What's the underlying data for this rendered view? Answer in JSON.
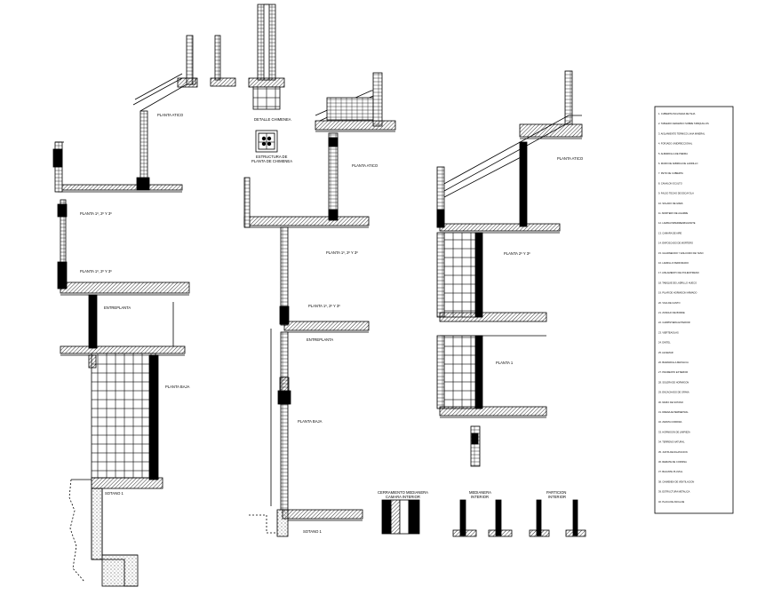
{
  "labels": {
    "planta_atico_1": "PLANTA ATICO",
    "planta_atico_2": "PLANTA ATICO",
    "planta_atico_3": "PLANTA ATICO",
    "planta_1_2_3_a": "PLANTA 1º, 2º Y 3º",
    "planta_1_2_3_b": "PLANTA 1º, 2º Y 3º",
    "planta_1_2_3_c": "PLANTA 1º, 2º Y 3º",
    "planta_1_2_3_d": "PLANTA 1º, 2º Y 3º",
    "planta_2_3": "PLANTA 2º Y 3º",
    "entreplanta_1": "ENTREPLANTA",
    "entreplanta_2": "ENTREPLANTA",
    "planta_baja_1": "PLANTA BAJA",
    "planta_baja_2": "PLANTA BAJA",
    "planta_1": "PLANTA 1",
    "sotano_1a": "SOTANO 1",
    "sotano_1b": "SOTANO 1",
    "detalle_chimenea": "DETALLE CHIMENEA",
    "estructura_chimenea_line1": "ESTRUCTURA DE",
    "estructura_chimenea_line2": "PLANTA DE CHIMENEA",
    "cerramiento_title": "CERRAMIENTO MEDIANERA",
    "cerramiento_sub": "CAMARA INTERIOR",
    "medianera_title": "MEDIANERA",
    "medianera_sub": "INTERIOR",
    "particion_title": "PARTICION",
    "particion_sub": "INTERIOR"
  },
  "notes": [
    "1. CUBIERTA INCLINADA DE TEJA",
    "2. TABLERO CERAMICO SOBRE TABIQUILLOS",
    "3. AISLAMIENTO TERMICO LANA MINERAL",
    "4. FORJADO UNIDIRECCIONAL",
    "5. ALBARDILLA DE PIEDRA",
    "6. MURO DE FABRICA DE LADRILLO",
    "7. PETO DE CUBIERTA",
    "8. CANALON OCULTO",
    "9. FALSO TECHO DE ESCAYOLA",
    "10. SOLADO DE GRES",
    "11. MORTERO DE AGARRE",
    "12. LAMINA IMPERMEABILIZANTE",
    "13. CAMARA DE AIRE",
    "14. ENFOSCADO DE MORTERO",
    "15. GUARNECIDO Y ENLUCIDO DE YESO",
    "16. LADRILLO PERFORADO",
    "17. AISLAMIENTO DE POLIESTIRENO",
    "18. TABIQUE DE LADRILLO HUECO",
    "19. PILAR DE HORMIGON ARMADO",
    "20. VIGA DE CANTO",
    "21. ZUNCHO DE BORDE",
    "22. CARPINTERIA EXTERIOR",
    "23. VIERTEAGUAS",
    "24. DINTEL",
    "25. ALFEIZAR",
    "26. BARANDILLA METALICA",
    "27. PAVIMENTO EXTERIOR",
    "28. SOLERA DE HORMIGON",
    "29. ENCACHADO DE GRAVA",
    "30. MURO DE SOTANO",
    "31. DRENAJE PERIMETRAL",
    "32. ZAPATA CORRIDA",
    "33. HORMIGON DE LIMPIEZA",
    "34. TERRENO NATURAL",
    "35. JUNTA DE DILATACION",
    "36. REMATE DE CORNISA",
    "37. BAJANTE PLUVIAL",
    "38. CHIMENEA DE VENTILACION",
    "39. ESTRUCTURA METALICA",
    "40. PLACA DE ANCLAJE"
  ]
}
